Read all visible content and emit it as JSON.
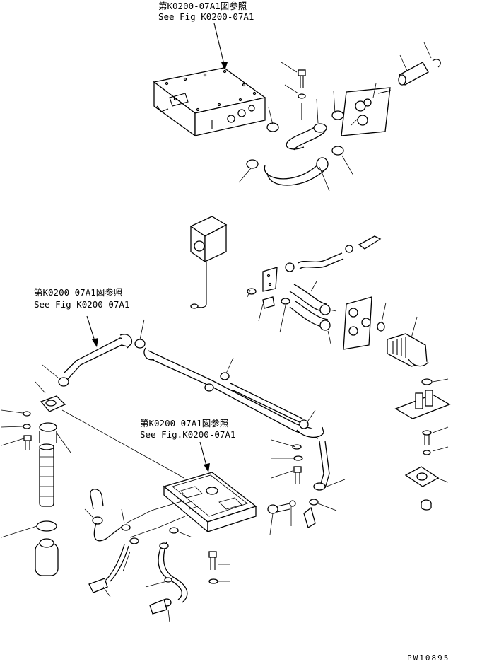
{
  "references": {
    "top": {
      "line1": "第K0200-07A1図参照",
      "line2": "See Fig K0200-07A1"
    },
    "left": {
      "line1": "第K0200-07A1図参照",
      "line2": "See Fig K0200-07A1"
    },
    "middle": {
      "line1": "第K0200-07A1図参照",
      "line2": "See Fig.K0200-07A1"
    }
  },
  "drawing_code": "PW10895"
}
